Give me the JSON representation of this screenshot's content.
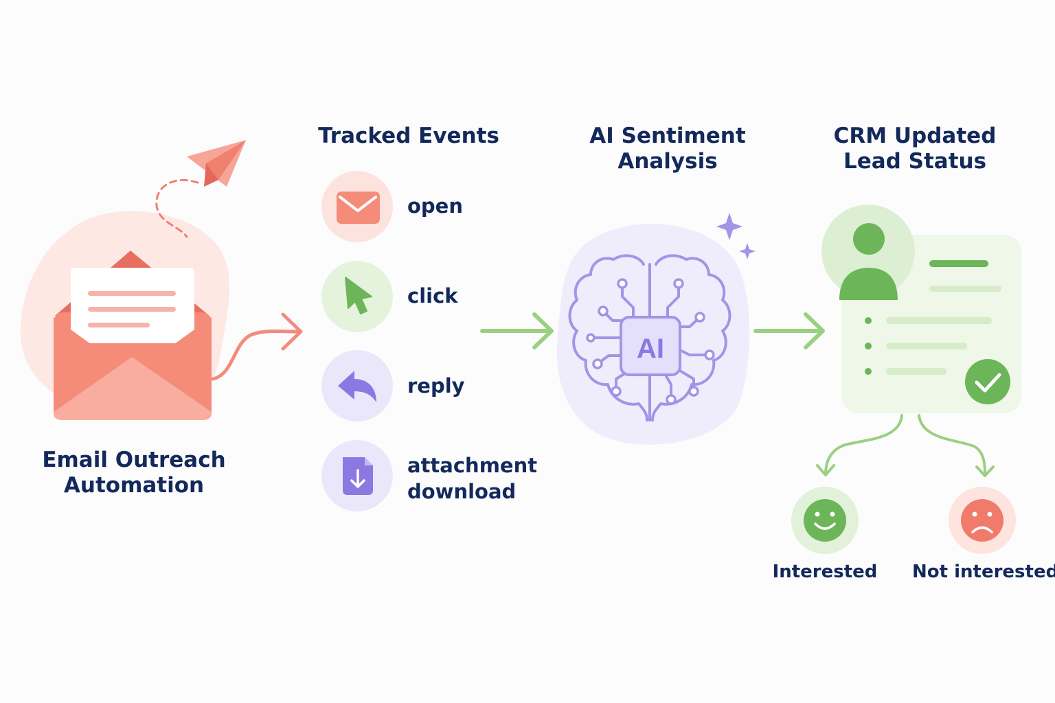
{
  "steps": {
    "outreach": {
      "line1": "Email Outreach",
      "line2": "Automation",
      "icon": "envelope-icon"
    },
    "events": {
      "title": "Tracked Events",
      "items": [
        {
          "label_line1": "open",
          "label_line2": "",
          "icon": "envelope-icon",
          "color": "#f08070"
        },
        {
          "label_line1": "click",
          "label_line2": "",
          "icon": "cursor-icon",
          "color": "#6db559"
        },
        {
          "label_line1": "reply",
          "label_line2": "",
          "icon": "reply-arrow-icon",
          "color": "#8b78e0"
        },
        {
          "label_line1": "attachment",
          "label_line2": "download",
          "icon": "file-download-icon",
          "color": "#8b78e0"
        }
      ]
    },
    "analysis": {
      "line1": "AI Sentiment",
      "line2": "Analysis",
      "chip_text": "AI",
      "icon": "brain-icon"
    },
    "crm": {
      "line1": "CRM Updated",
      "line2": "Lead Status",
      "icon": "contact-card-icon"
    }
  },
  "outcomes": [
    {
      "label": "Interested",
      "icon": "happy-face-icon",
      "color": "#6db559"
    },
    {
      "label": "Not interested",
      "icon": "sad-face-icon",
      "color": "#f07b6b"
    }
  ],
  "colors": {
    "heading": "#13295b",
    "coral": "#f08070",
    "green": "#6db559",
    "purple": "#8b78e0",
    "arrow_green": "#9bd082"
  }
}
